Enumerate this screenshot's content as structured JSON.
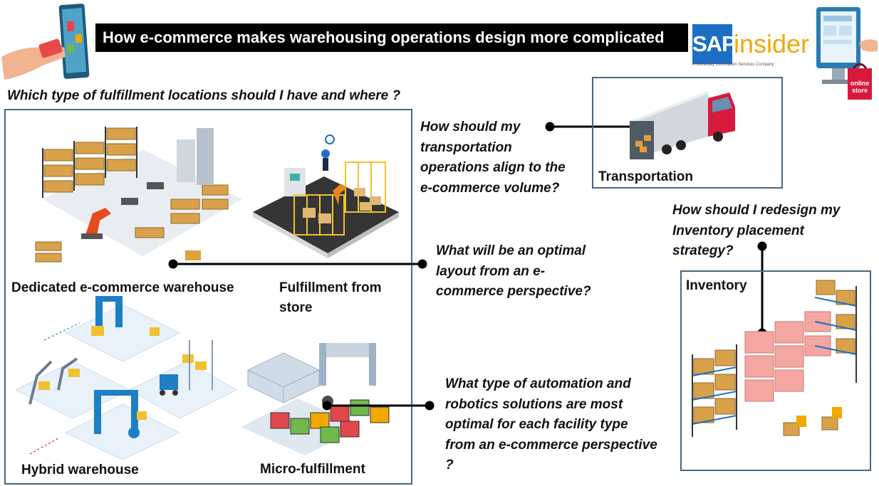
{
  "header": {
    "title": "How e-commerce makes warehousing operations design more complicated"
  },
  "logo": {
    "brand_left": "SAP",
    "brand_right": "insider",
    "tagline": "A Wellesley Information Services Company"
  },
  "questions": {
    "fulfillment": "Which type of fulfillment locations should I have and where ?",
    "transportation": [
      "How should my",
      "transportation",
      "operations align to the",
      "e-commerce volume?"
    ],
    "inventory": [
      "How should I redesign my",
      "Inventory placement",
      "strategy?"
    ],
    "layout": [
      "What will be an optimal",
      "layout from an e-",
      "commerce perspective?"
    ],
    "automation": [
      "What type of automation and",
      "robotics solutions are most",
      "optimal for each facility type",
      "from an e-commerce perspective",
      "?"
    ]
  },
  "labels": {
    "dedicated": "Dedicated e-commerce warehouse",
    "fulfillment_store": [
      "Fulfillment from",
      "store"
    ],
    "hybrid": "Hybrid warehouse",
    "micro": "Micro-fulfillment",
    "transportation": "Transportation",
    "inventory": "Inventory"
  },
  "store_sign": "online store",
  "colors": {
    "frame": "#4a6584",
    "title_bg": "#000000",
    "sap_blue": "#1d6fc4",
    "insider_orange": "#f0a800",
    "box_brown": "#d9a14a",
    "truck_red": "#d8193b",
    "pink_boxes": "#f3a7a0"
  }
}
